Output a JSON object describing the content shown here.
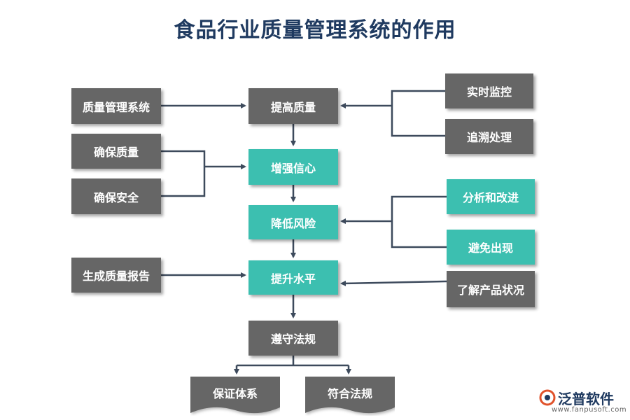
{
  "title": "食品行业质量管理系统的作用",
  "center": {
    "improve_quality": "提高质量",
    "enhance_confidence": "增强信心",
    "reduce_risk": "降低风险",
    "raise_level": "提升水平",
    "comply": "遵守法规"
  },
  "left": {
    "qms": "质量管理系统",
    "ensure_quality": "确保质量",
    "ensure_safety": "确保安全",
    "gen_report": "生成质量报告"
  },
  "right": {
    "realtime_monitor": "实时监控",
    "trace": "追溯处理",
    "analyze": "分析和改进",
    "avoid": "避免出现",
    "know_product": "了解产品状况"
  },
  "bottom": {
    "guarantee_system": "保证体系",
    "meet_regulation": "符合法规"
  },
  "logo": {
    "name": "泛普软件",
    "url": "www.fanpusoft.com"
  },
  "colors": {
    "gray_box": "#666666",
    "teal_box": "#3cbfb0",
    "arrow": "#3d4a5c",
    "title": "#1f3a60"
  }
}
